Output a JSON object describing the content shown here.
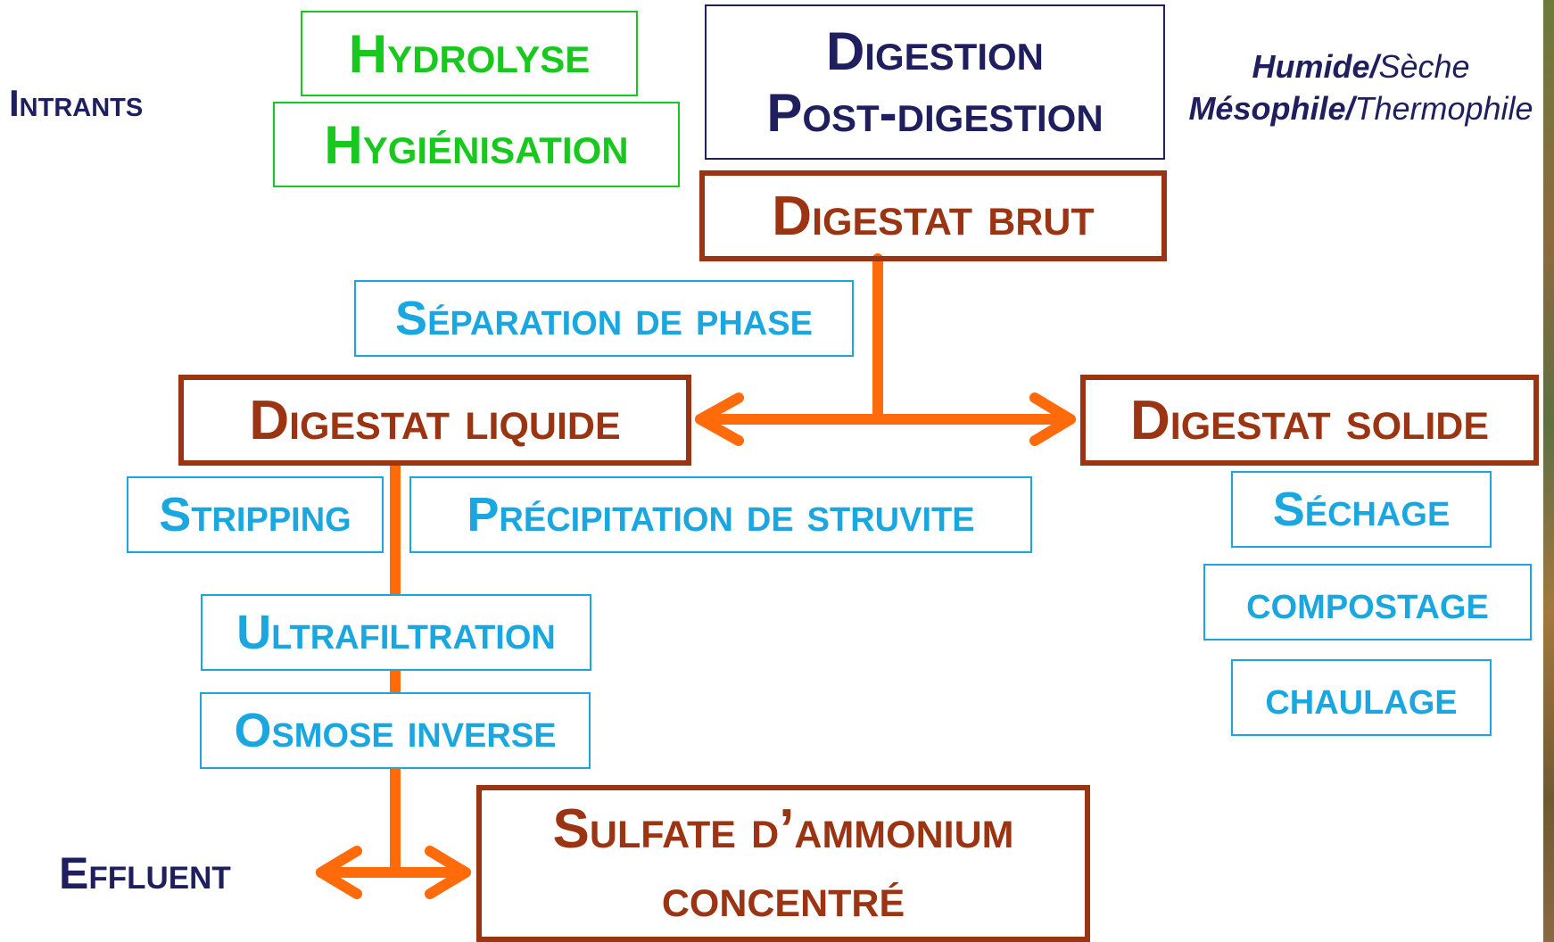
{
  "labels": {
    "intrants": "Intrants",
    "effluent": "Effluent"
  },
  "pretreatment": {
    "hydrolyse": "Hydrolyse",
    "hygienisation": "Hygiénisation"
  },
  "digestion": {
    "line1": "Digestion",
    "line2": "Post-digestion"
  },
  "modes": {
    "humide": "Humide/",
    "seche": "Sèche",
    "mesophile": "Mésophile/",
    "thermophile": "Thermophile"
  },
  "digestat_brut": "Digestat brut",
  "separation": "Séparation de phase",
  "digestat_liquide": "Digestat liquide",
  "digestat_solide": "Digestat solide",
  "liquid_treatments": {
    "stripping": "Stripping",
    "precipitation": "Précipitation de struvite",
    "ultrafiltration": "Ultrafiltration",
    "osmose": "Osmose inverse"
  },
  "solid_treatments": {
    "sechage": "Séchage",
    "compostage": "compostage",
    "chaulage": "chaulage"
  },
  "sulfate": {
    "line1": "Sulfate d’ammonium",
    "line2": "concentré"
  },
  "colors": {
    "green": "#19c81e",
    "navy": "#1f1f5f",
    "brown": "#9a3412",
    "blue": "#1aa7e0",
    "orange": "#ff6a0a"
  }
}
